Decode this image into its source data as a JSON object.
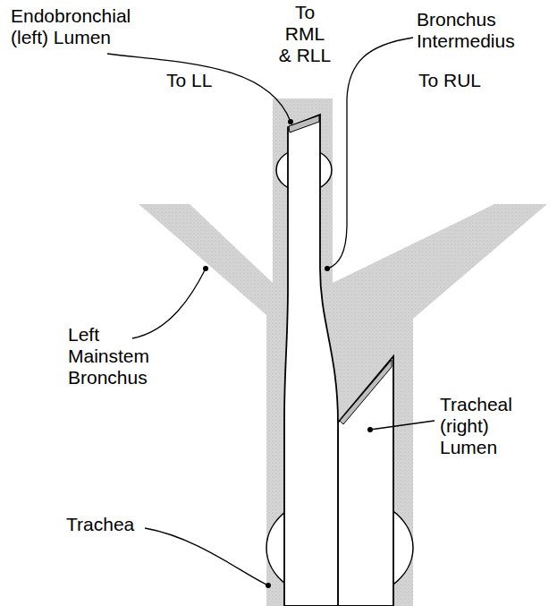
{
  "diagram": {
    "labels": [
      "Endobronchial (left) Lumen",
      "To RML & RLL",
      "Bronchus Intermedius",
      "To LL",
      "To RUL",
      "Left Mainstem Bronchus",
      "Tracheal (right) Lumen",
      "Trachea"
    ]
  }
}
